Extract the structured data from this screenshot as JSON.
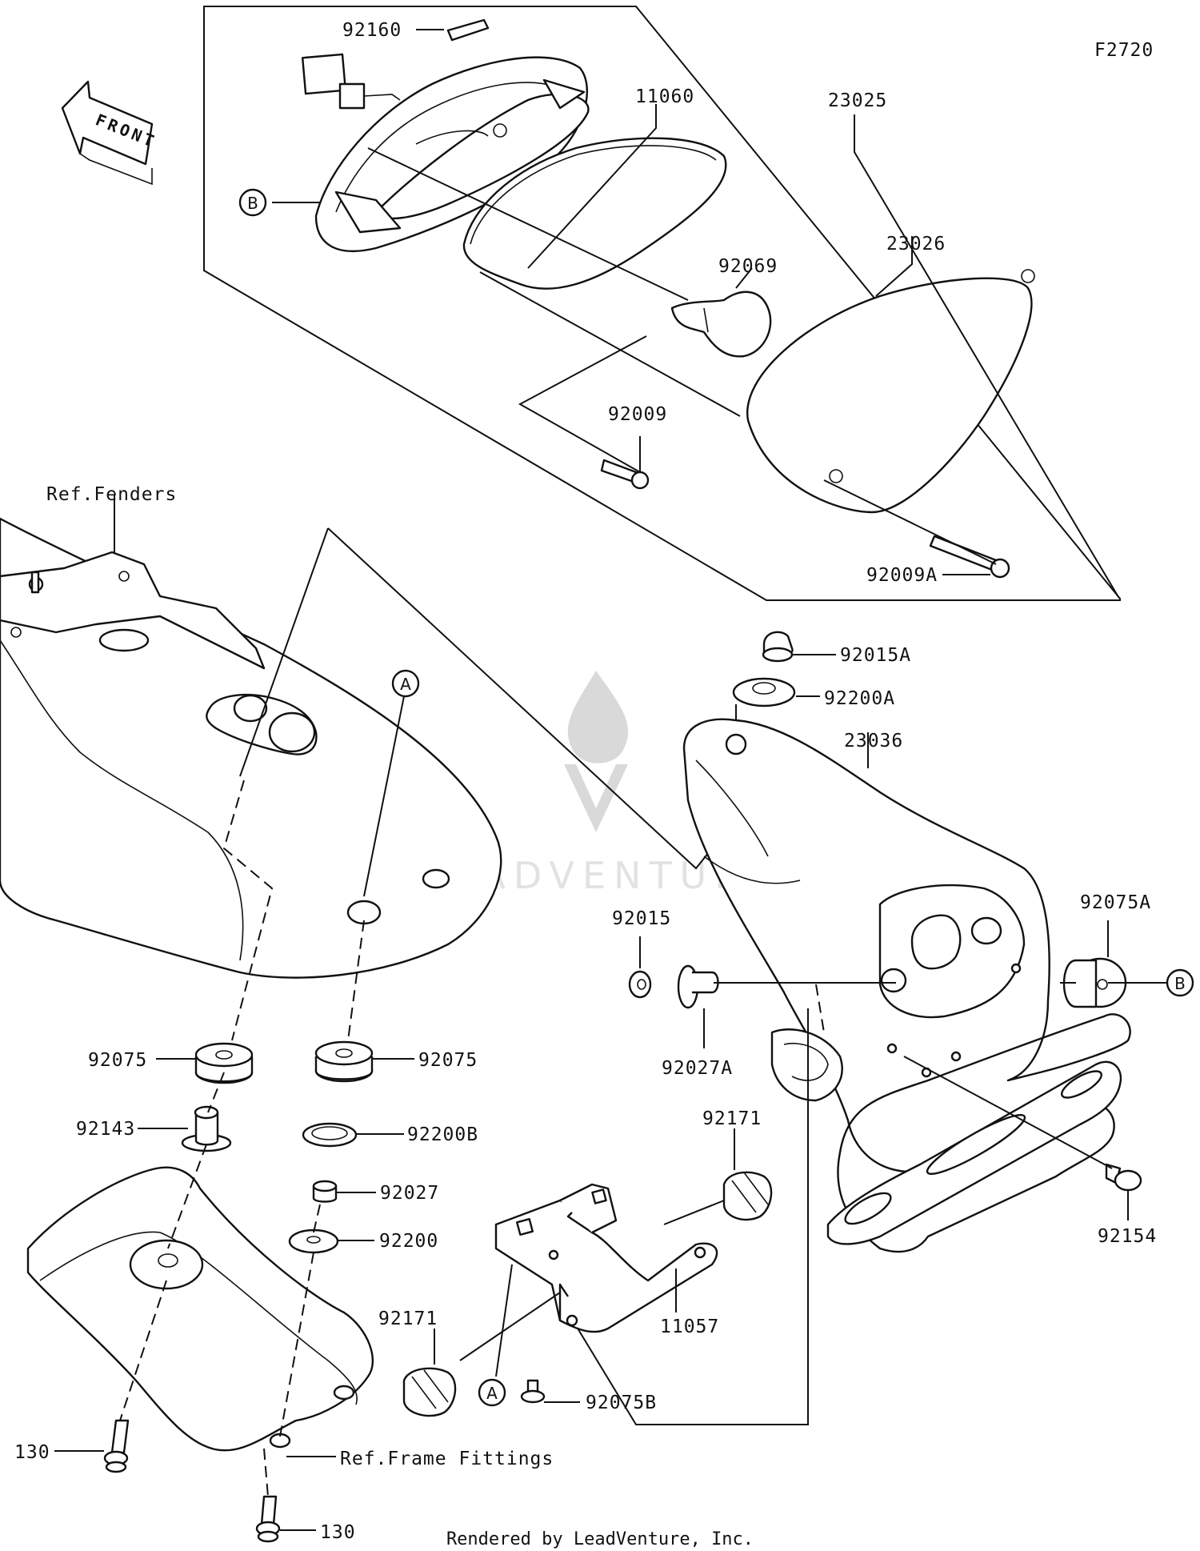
{
  "diagram_code": "F2720",
  "front_label": "FRONT",
  "watermark": "LEADVENTURE",
  "footer": "Rendered by LeadVenture, Inc.",
  "refs": {
    "fenders": "Ref.Fenders",
    "frame_fittings": "Ref.Frame Fittings"
  },
  "callouts": {
    "a1": "A",
    "a2": "A",
    "b1": "B",
    "b2": "B"
  },
  "parts": {
    "p92160": "92160",
    "p11060": "11060",
    "p23025": "23025",
    "p23026": "23026",
    "p92069": "92069",
    "p92009": "92009",
    "p92009A": "92009A",
    "p92015A": "92015A",
    "p92200A": "92200A",
    "p23036": "23036",
    "p92075A": "92075A",
    "p92015": "92015",
    "p92027A": "92027A",
    "p92075_left": "92075",
    "p92075_right": "92075",
    "p92143": "92143",
    "p92200B": "92200B",
    "p92027": "92027",
    "p92200": "92200",
    "p92171_top": "92171",
    "p92171_left": "92171",
    "p11057": "11057",
    "p92154": "92154",
    "p92075B": "92075B",
    "p130_top": "130",
    "p130_bottom": "130"
  }
}
